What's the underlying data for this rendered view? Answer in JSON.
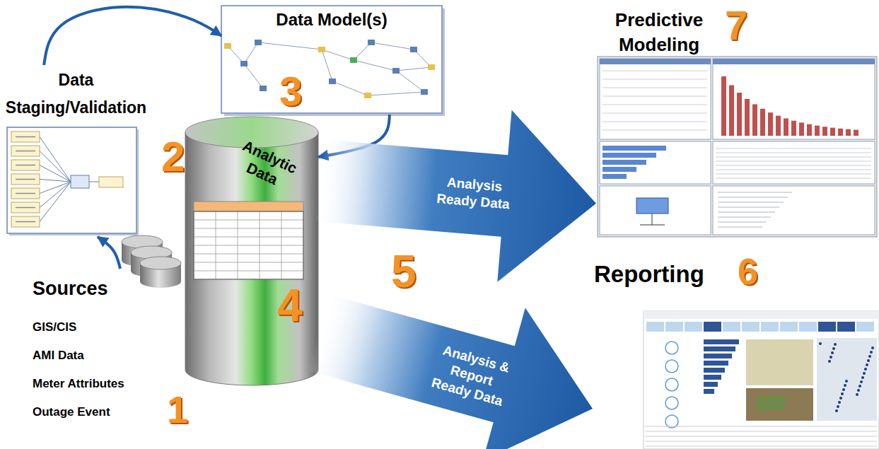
{
  "diagram": {
    "nodes": [
      {
        "text": [
          "Sources",
          "GIS/CIS",
          "AMI Data",
          "Meter Attributes",
          "Outage Event",
          "1"
        ]
      },
      {
        "text": [
          "Data Staging/Validation",
          "2"
        ]
      },
      {
        "text": [
          "Data Model(s)",
          "3"
        ]
      },
      {
        "text": [
          "Analytic Data",
          "4"
        ]
      },
      {
        "text": [
          "Predictive Modeling",
          "7"
        ]
      },
      {
        "text": [
          "Reporting",
          "6"
        ]
      }
    ],
    "edges": [
      {
        "from": 0,
        "to": 1,
        "arrow": "to"
      },
      {
        "from": 1,
        "to": 2,
        "arrow": "to"
      },
      {
        "from": 2,
        "to": 3,
        "arrow": "to"
      },
      {
        "from": 3,
        "to": 4,
        "label": "Analysis Ready Data",
        "arrow": "to"
      },
      {
        "from": 3,
        "to": 5,
        "label": "Analysis & Report Ready Data",
        "arrow": "to"
      }
    ],
    "labels": [
      "5"
    ]
  }
}
